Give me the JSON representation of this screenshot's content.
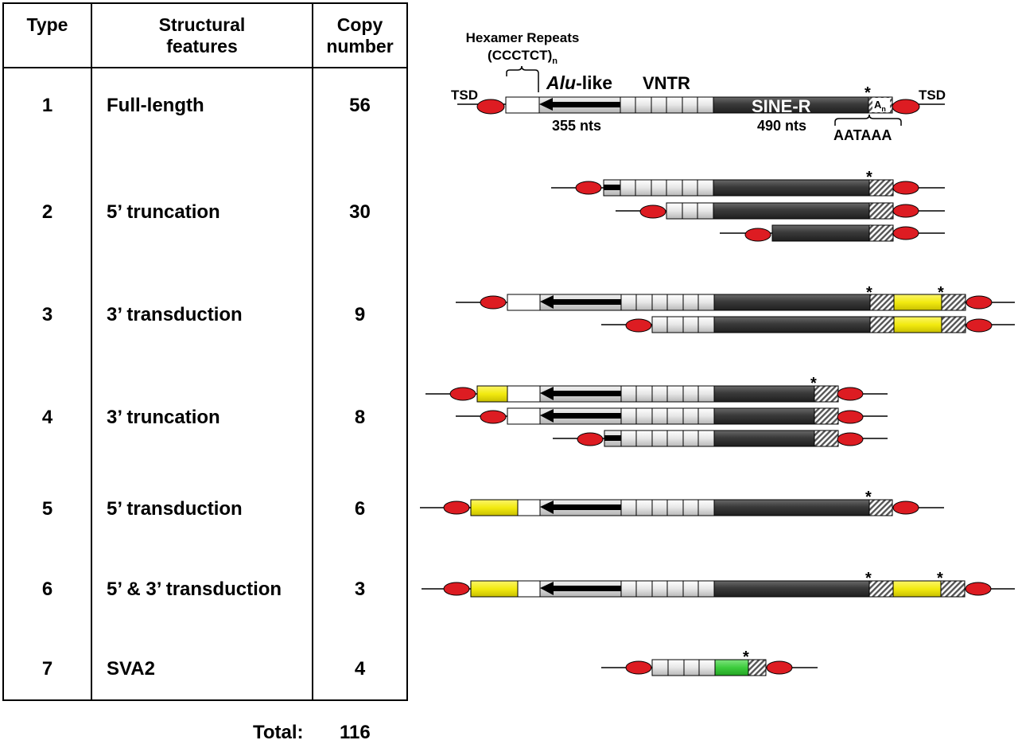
{
  "table": {
    "headers": {
      "type": "Type",
      "structural": "Structural\nfeatures",
      "copy": "Copy\nnumber"
    },
    "rows": [
      {
        "type": "1",
        "feature": "Full-length",
        "copy": "56"
      },
      {
        "type": "2",
        "feature": "5’ truncation",
        "copy": "30"
      },
      {
        "type": "3",
        "feature": "3’ transduction",
        "copy": "9"
      },
      {
        "type": "4",
        "feature": "3’ truncation",
        "copy": "8"
      },
      {
        "type": "5",
        "feature": "5’ transduction",
        "copy": "6"
      },
      {
        "type": "6",
        "feature": "5’ & 3’  transduction",
        "copy": "3"
      },
      {
        "type": "7",
        "feature": "SVA2",
        "copy": "4"
      }
    ],
    "total_label": "Total:",
    "total_value": "116"
  },
  "annotations": {
    "hexamer_line1": "Hexamer Repeats",
    "hexamer_line2": "(CCCTCT)",
    "hexamer_sub": "n",
    "tsd_left": "TSD",
    "tsd_right": "TSD",
    "alu_italic": "Alu",
    "alu_suffix": "-like",
    "vntr": "VNTR",
    "sine_r": "SINE-R",
    "alu_length": "355 nts",
    "sine_length": "490 nts",
    "polya_main": "A",
    "polya_sub": "n",
    "aataaa": "AATAAA",
    "star": "*"
  },
  "colors": {
    "tsd": "#dd1c22",
    "sine": "#3a3a3a",
    "vntr": "#dcdcdc",
    "alu_fill": "#d8d8d8",
    "transduction": "#f2ea10",
    "sva2_green": "#3dcc3d",
    "polya_hatch": "#555555"
  }
}
